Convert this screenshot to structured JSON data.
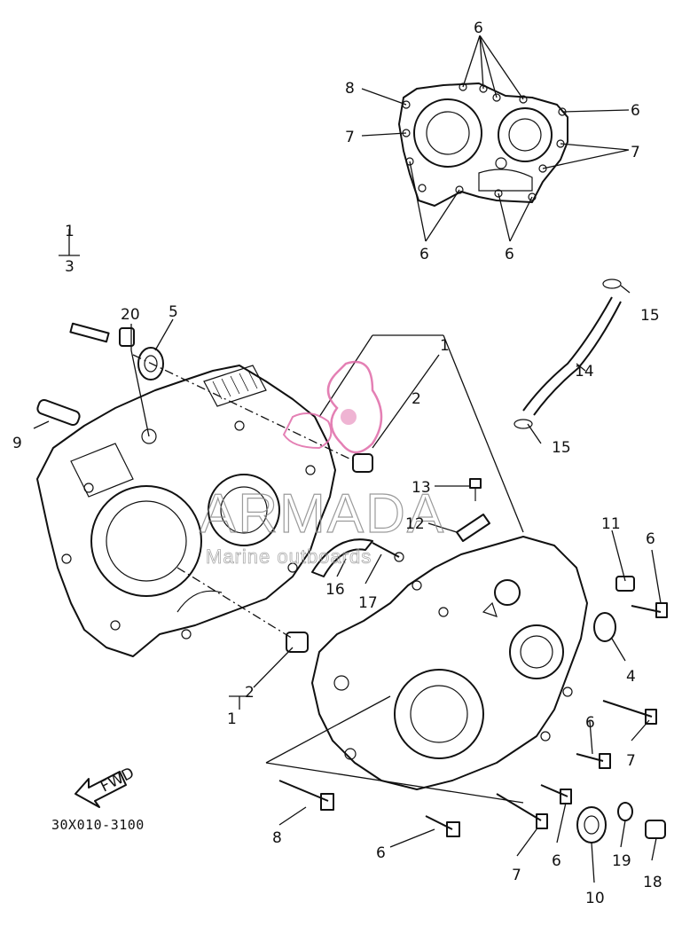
{
  "diagram": {
    "code": "30X010-3100",
    "fwd_label": "FWD",
    "watermark": {
      "title": "ARMADA",
      "subtitle": "Marine outboards"
    },
    "callouts": [
      {
        "id": "c6a",
        "text": "6"
      },
      {
        "id": "c8a",
        "text": "8"
      },
      {
        "id": "c6b",
        "text": "6"
      },
      {
        "id": "c7a",
        "text": "7"
      },
      {
        "id": "c7b",
        "text": "7"
      },
      {
        "id": "c6c",
        "text": "6"
      },
      {
        "id": "c6d",
        "text": "6"
      },
      {
        "id": "c1a",
        "text": "1"
      },
      {
        "id": "c3",
        "text": "3"
      },
      {
        "id": "c20",
        "text": "20"
      },
      {
        "id": "c5",
        "text": "5"
      },
      {
        "id": "c15a",
        "text": "15"
      },
      {
        "id": "c1b",
        "text": "1"
      },
      {
        "id": "c14",
        "text": "14"
      },
      {
        "id": "c2a",
        "text": "2"
      },
      {
        "id": "c9",
        "text": "9"
      },
      {
        "id": "c15b",
        "text": "15"
      },
      {
        "id": "c13",
        "text": "13"
      },
      {
        "id": "c12",
        "text": "12"
      },
      {
        "id": "c11",
        "text": "11"
      },
      {
        "id": "c6e",
        "text": "6"
      },
      {
        "id": "c16",
        "text": "16"
      },
      {
        "id": "c17",
        "text": "17"
      },
      {
        "id": "c4",
        "text": "4"
      },
      {
        "id": "c2b",
        "text": "2"
      },
      {
        "id": "c1c",
        "text": "1"
      },
      {
        "id": "c7c",
        "text": "7"
      },
      {
        "id": "c6f",
        "text": "6"
      },
      {
        "id": "c7d",
        "text": "7"
      },
      {
        "id": "c8b",
        "text": "8"
      },
      {
        "id": "c6g",
        "text": "6"
      },
      {
        "id": "c7e",
        "text": "7"
      },
      {
        "id": "c6h",
        "text": "6"
      },
      {
        "id": "c19",
        "text": "19"
      },
      {
        "id": "c10",
        "text": "10"
      },
      {
        "id": "c18",
        "text": "18"
      }
    ],
    "colors": {
      "line": "#111111",
      "watermark_logo": "#e06aa8",
      "watermark_text": "#8a8a8a",
      "background": "#ffffff"
    }
  }
}
